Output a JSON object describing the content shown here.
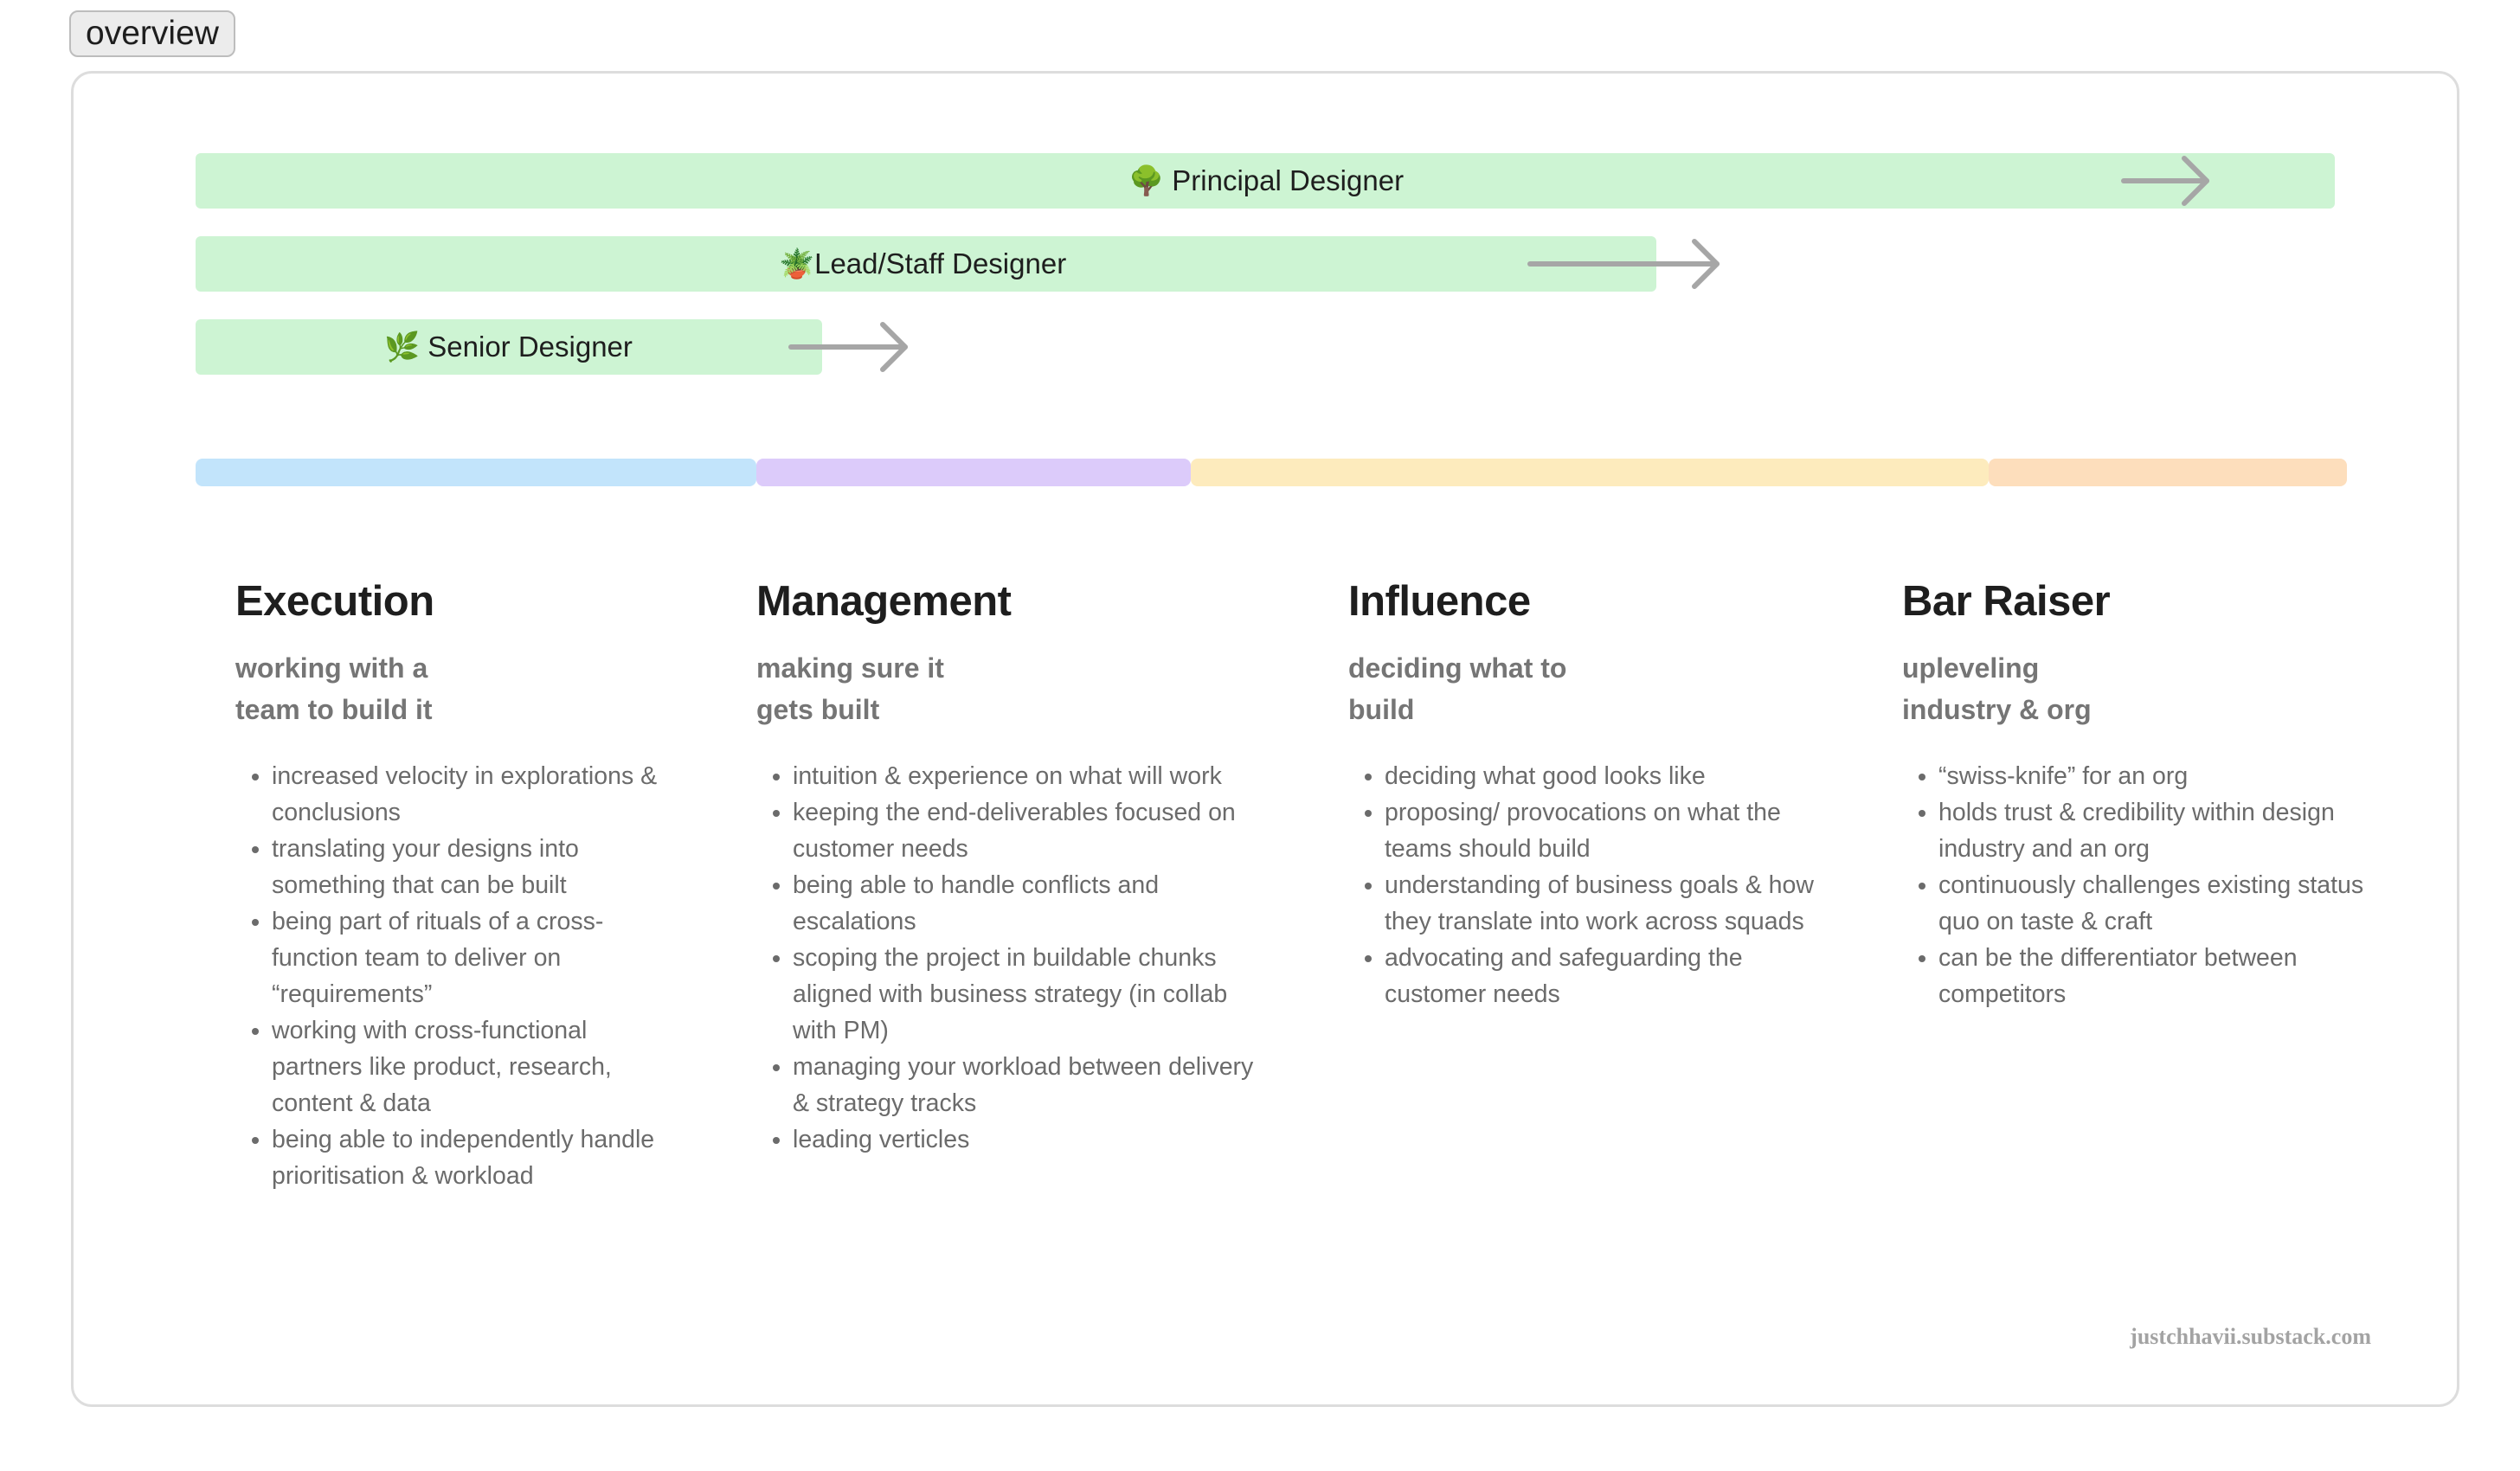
{
  "tab": {
    "label": "overview"
  },
  "roles": [
    {
      "icon": "🌳",
      "label": "Principal Designer"
    },
    {
      "icon": "🪴",
      "label": "Lead/Staff Designer"
    },
    {
      "icon": "🌿",
      "label": "Senior Designer"
    }
  ],
  "category_colors": [
    "#c2e4fb",
    "#dccbfa",
    "#fdebbd",
    "#fddebc"
  ],
  "columns": [
    {
      "title": "Execution",
      "subtitle": [
        "working with a",
        "team to build it"
      ],
      "items": [
        "increased velocity in explorations & conclusions",
        "translating your designs into something that can be built",
        "being part of rituals of a cross-function team to deliver on “requirements”",
        "working with cross-functional partners like product, research, content & data",
        "being able to independently handle prioritisation & workload"
      ]
    },
    {
      "title": "Management",
      "subtitle": [
        "making sure it",
        "gets built"
      ],
      "items": [
        "intuition & experience on what will work",
        "keeping the end-deliverables focused on customer needs",
        "being able to handle conflicts and escalations",
        "scoping the project in buildable chunks aligned with business strategy (in collab with PM)",
        "managing your workload between delivery & strategy tracks",
        "leading verticles"
      ]
    },
    {
      "title": "Influence",
      "subtitle": [
        "deciding what to",
        "build"
      ],
      "items": [
        "deciding what good looks like",
        "proposing/ provocations on what the teams should build",
        "understanding of business goals & how they translate into work across squads",
        "advocating and safeguarding the customer needs"
      ]
    },
    {
      "title": "Bar Raiser",
      "subtitle": [
        "upleveling",
        "industry & org"
      ],
      "items": [
        "“swiss-knife” for an org",
        "holds trust & credibility within design industry and an org",
        "continuously challenges existing status quo on taste & craft",
        "can be the differentiator between competitors"
      ]
    }
  ],
  "footer": {
    "text": "justchhavii.substack.com"
  }
}
